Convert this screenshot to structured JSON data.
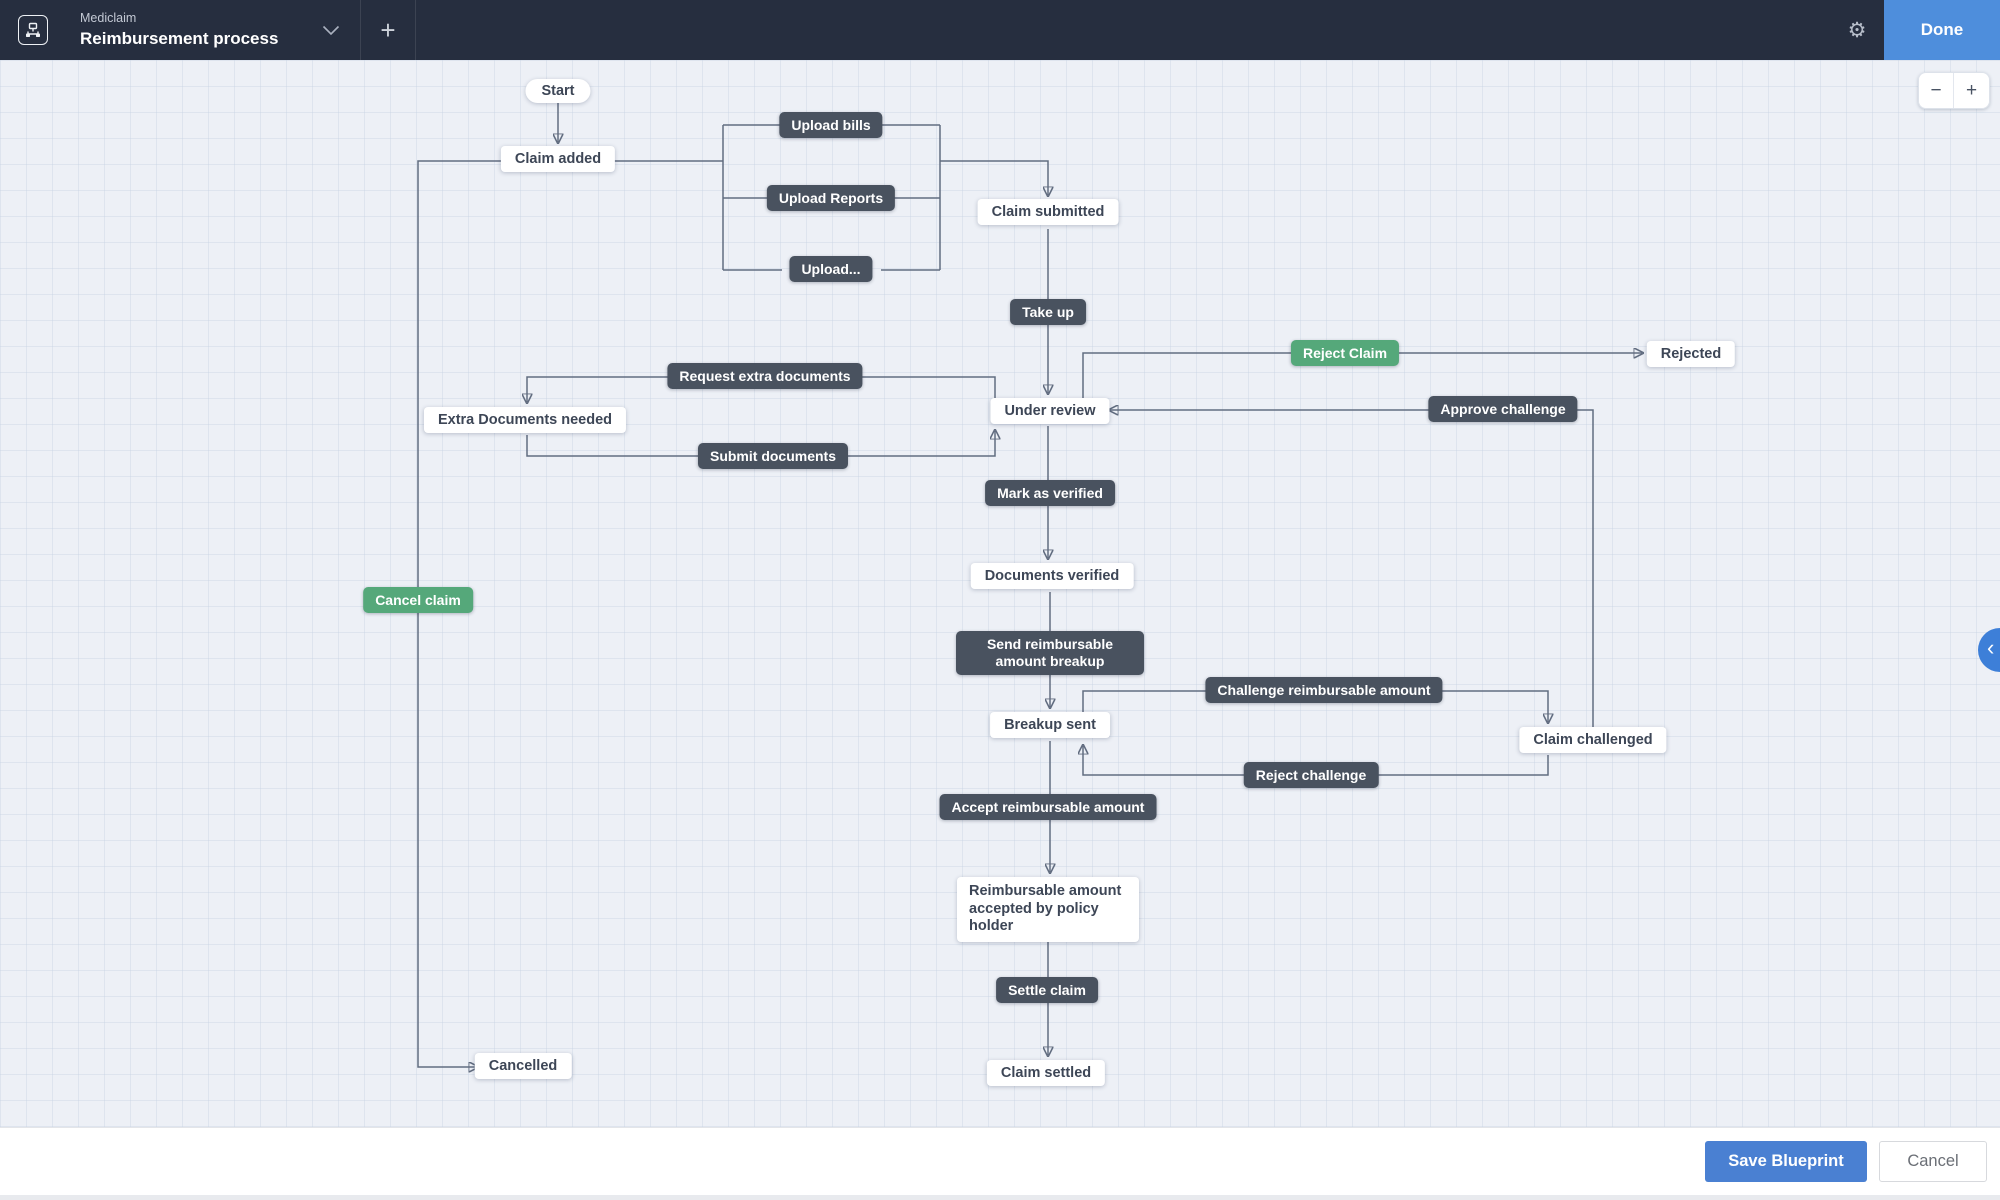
{
  "header": {
    "process_type": "Mediclaim",
    "title": "Reimbursement process",
    "add_tab_label": "+",
    "done_label": "Done"
  },
  "canvas_controls": {
    "zoom_out_label": "−",
    "zoom_in_label": "+",
    "panel_toggle_glyph": "‹"
  },
  "footer": {
    "save_label": "Save Blueprint",
    "cancel_label": "Cancel"
  },
  "colors": {
    "topbar_bg": "#262e3f",
    "done_blue": "#4e8edc",
    "save_blue": "#4a80d2",
    "canvas_bg": "#edf0f6",
    "state_bg": "#ffffff",
    "transition_bg": "#49525f",
    "transition_green": "#55a87a",
    "wire": "#626d80"
  },
  "diagram": {
    "nodes": {
      "start": {
        "label": "Start",
        "type": "state"
      },
      "claim_added": {
        "label": "Claim added",
        "type": "state"
      },
      "upload_bills": {
        "label": "Upload bills",
        "type": "transition"
      },
      "upload_reports": {
        "label": "Upload Reports",
        "type": "transition"
      },
      "upload_more": {
        "label": "Upload...",
        "type": "transition"
      },
      "claim_submitted": {
        "label": "Claim submitted",
        "type": "state"
      },
      "take_up": {
        "label": "Take up",
        "type": "transition"
      },
      "reject_claim": {
        "label": "Reject Claim",
        "type": "transition-green"
      },
      "rejected": {
        "label": "Rejected",
        "type": "state"
      },
      "request_extra_documents": {
        "label": "Request extra documents",
        "type": "transition"
      },
      "extra_documents_needed": {
        "label": "Extra Documents needed",
        "type": "state"
      },
      "submit_documents": {
        "label": "Submit documents",
        "type": "transition"
      },
      "under_review": {
        "label": "Under review",
        "type": "state"
      },
      "approve_challenge": {
        "label": "Approve challenge",
        "type": "transition"
      },
      "mark_as_verified": {
        "label": "Mark as verified",
        "type": "transition"
      },
      "documents_verified": {
        "label": "Documents verified",
        "type": "state"
      },
      "send_breakup": {
        "label": "Send reimbursable amount breakup",
        "type": "transition"
      },
      "breakup_sent": {
        "label": "Breakup sent",
        "type": "state"
      },
      "challenge_amount": {
        "label": "Challenge reimbursable amount",
        "type": "transition"
      },
      "claim_challenged": {
        "label": "Claim challenged",
        "type": "state"
      },
      "reject_challenge": {
        "label": "Reject challenge",
        "type": "transition"
      },
      "accept_amount": {
        "label": "Accept reimbursable amount",
        "type": "transition"
      },
      "reimb_accepted": {
        "label": "Reimbursable amount accepted by policy holder",
        "type": "state"
      },
      "settle_claim": {
        "label": "Settle claim",
        "type": "transition"
      },
      "claim_settled": {
        "label": "Claim settled",
        "type": "state"
      },
      "cancel_claim": {
        "label": "Cancel claim",
        "type": "transition-green"
      },
      "cancelled": {
        "label": "Cancelled",
        "type": "state"
      }
    },
    "edges": [
      {
        "from": "Start",
        "via": "",
        "to": "Claim added"
      },
      {
        "from": "Claim added",
        "via": "Upload bills",
        "to": "Claim submitted"
      },
      {
        "from": "Claim added",
        "via": "Upload Reports",
        "to": "Claim submitted"
      },
      {
        "from": "Claim added",
        "via": "Upload...",
        "to": "Claim submitted"
      },
      {
        "from": "Claim submitted",
        "via": "Take up",
        "to": "Under review"
      },
      {
        "from": "Under review",
        "via": "Request extra documents",
        "to": "Extra Documents needed"
      },
      {
        "from": "Extra Documents needed",
        "via": "Submit documents",
        "to": "Under review"
      },
      {
        "from": "Under review",
        "via": "Reject Claim",
        "to": "Rejected"
      },
      {
        "from": "Under review",
        "via": "Mark as verified",
        "to": "Documents verified"
      },
      {
        "from": "Documents verified",
        "via": "Send reimbursable amount breakup",
        "to": "Breakup sent"
      },
      {
        "from": "Breakup sent",
        "via": "Challenge reimbursable amount",
        "to": "Claim challenged"
      },
      {
        "from": "Claim challenged",
        "via": "Approve challenge",
        "to": "Under review"
      },
      {
        "from": "Claim challenged",
        "via": "Reject challenge",
        "to": "Breakup sent"
      },
      {
        "from": "Breakup sent",
        "via": "Accept reimbursable amount",
        "to": "Reimbursable amount accepted by policy holder"
      },
      {
        "from": "Reimbursable amount accepted by policy holder",
        "via": "Settle claim",
        "to": "Claim settled"
      },
      {
        "from": "Claim added",
        "via": "Cancel claim",
        "to": "Cancelled"
      }
    ]
  }
}
